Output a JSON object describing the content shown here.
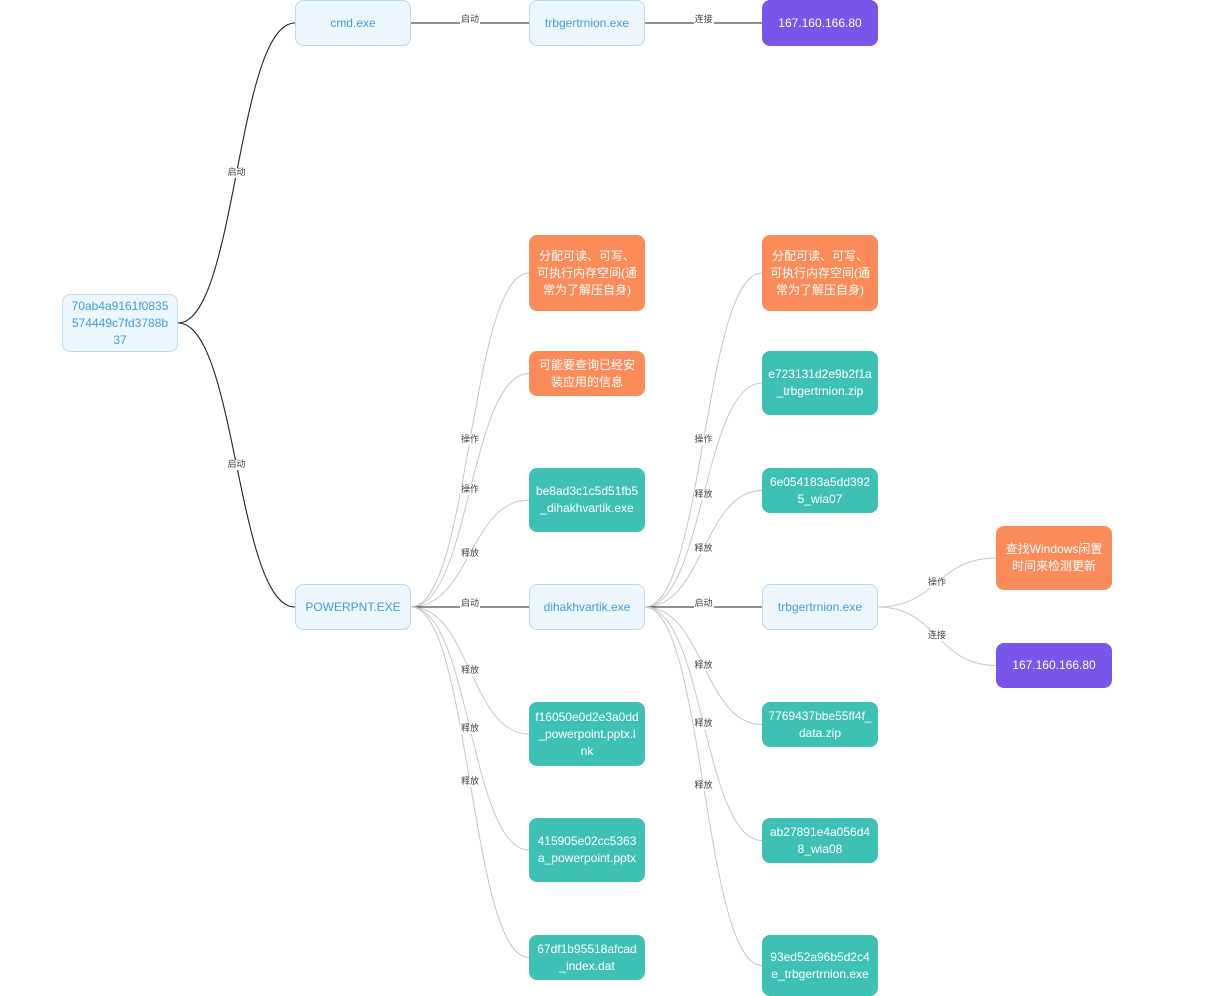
{
  "colors": {
    "process_bg": "#eef6fd",
    "process_text": "#3f9fd8",
    "action": "#fb8c5a",
    "file": "#3fc0b5",
    "ip": "#7856ea",
    "edge_dark": "#222222",
    "edge_light": "#c8c8c8"
  },
  "nodes": [
    {
      "id": "root",
      "label": "70ab4a9161f0835574449c7fd3788b37",
      "kind": "process"
    },
    {
      "id": "cmd",
      "label": "cmd.exe",
      "kind": "process"
    },
    {
      "id": "trb1",
      "label": "trbgertrnion.exe",
      "kind": "process"
    },
    {
      "id": "ip1",
      "label": "167.160.166.80",
      "kind": "ip"
    },
    {
      "id": "ppt",
      "label": "POWERPNT.EXE",
      "kind": "process"
    },
    {
      "id": "a1",
      "label": "分配可读、可写、可执行内存空间(通常为了解压自身)",
      "kind": "action"
    },
    {
      "id": "a2",
      "label": "可能要查询已经安装应用的信息",
      "kind": "action"
    },
    {
      "id": "f1",
      "label": "be8ad3c1c5d51fb5_dihakhvartik.exe",
      "kind": "file"
    },
    {
      "id": "dih",
      "label": "dihakhvartik.exe",
      "kind": "process"
    },
    {
      "id": "f2",
      "label": "f16050e0d2e3a0dd_powerpoint.pptx.lnk",
      "kind": "file"
    },
    {
      "id": "f3",
      "label": "415905e02cc5363a_powerpoint.pptx",
      "kind": "file"
    },
    {
      "id": "f4",
      "label": "67df1b95518afcad_index.dat",
      "kind": "file"
    },
    {
      "id": "a3",
      "label": "分配可读、可写、可执行内存空间(通常为了解压自身)",
      "kind": "action"
    },
    {
      "id": "f5",
      "label": "e723131d2e9b2f1a_trbgertrnion.zip",
      "kind": "file"
    },
    {
      "id": "f6",
      "label": "6e054183a5dd3925_wia07",
      "kind": "file"
    },
    {
      "id": "trb2",
      "label": "trbgertrnion.exe",
      "kind": "process"
    },
    {
      "id": "f7",
      "label": "7769437bbe55ff4f_data.zip",
      "kind": "file"
    },
    {
      "id": "f8",
      "label": "ab27891e4a056d48_wia08",
      "kind": "file"
    },
    {
      "id": "f9",
      "label": "93ed52a96b5d2c4e_trbgertrnion.exe",
      "kind": "file"
    },
    {
      "id": "a4",
      "label": "查找Windows闲置时间来检测更新",
      "kind": "action"
    },
    {
      "id": "ip2",
      "label": "167.160.166.80",
      "kind": "ip"
    }
  ],
  "edges": [
    {
      "from": "root",
      "to": "cmd",
      "label": "启动"
    },
    {
      "from": "root",
      "to": "ppt",
      "label": "启动"
    },
    {
      "from": "cmd",
      "to": "trb1",
      "label": "启动"
    },
    {
      "from": "trb1",
      "to": "ip1",
      "label": "连接"
    },
    {
      "from": "ppt",
      "to": "a1",
      "label": "操作"
    },
    {
      "from": "ppt",
      "to": "a2",
      "label": "操作"
    },
    {
      "from": "ppt",
      "to": "f1",
      "label": "释放"
    },
    {
      "from": "ppt",
      "to": "dih",
      "label": "启动"
    },
    {
      "from": "ppt",
      "to": "f2",
      "label": "释放"
    },
    {
      "from": "ppt",
      "to": "f3",
      "label": "释放"
    },
    {
      "from": "ppt",
      "to": "f4",
      "label": "释放"
    },
    {
      "from": "dih",
      "to": "a3",
      "label": "操作"
    },
    {
      "from": "dih",
      "to": "f5",
      "label": "释放"
    },
    {
      "from": "dih",
      "to": "f6",
      "label": "释放"
    },
    {
      "from": "dih",
      "to": "trb2",
      "label": "启动"
    },
    {
      "from": "dih",
      "to": "f7",
      "label": "释放"
    },
    {
      "from": "dih",
      "to": "f8",
      "label": "释放"
    },
    {
      "from": "dih",
      "to": "f9",
      "label": "释放"
    },
    {
      "from": "trb2",
      "to": "a4",
      "label": "操作"
    },
    {
      "from": "trb2",
      "to": "ip2",
      "label": "连接"
    }
  ]
}
